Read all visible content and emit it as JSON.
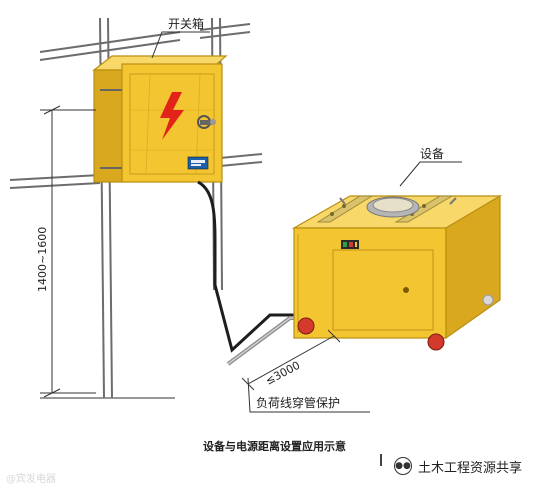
{
  "labels": {
    "switch_box": "开关箱",
    "equipment": "设备",
    "height_range": "1400~1600",
    "distance": "≤3000",
    "cable_note": "负荷线穿管保护"
  },
  "caption": "设备与电源距离设置应用示意",
  "watermark": {
    "left": "@宾发电器",
    "right": "土木工程资源共享",
    "right_icon": "wechat-icon"
  },
  "colors": {
    "box_yellow": "#f3c531",
    "box_edge": "#b98e12",
    "wheel_red": "#d33a2c",
    "bolt_red": "#e2231a",
    "pipe_gray": "#8c8c8c"
  }
}
